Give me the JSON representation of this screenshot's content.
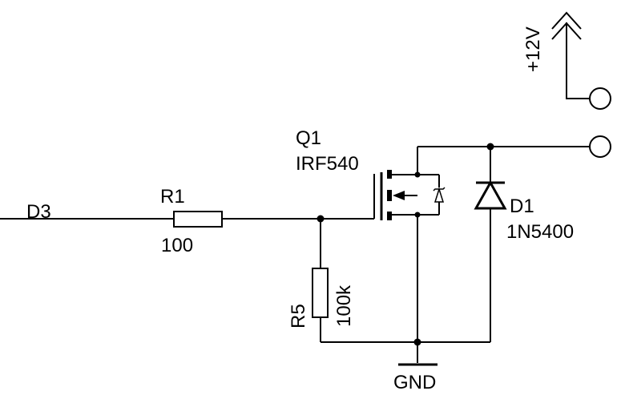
{
  "net_labels": {
    "input": "D3",
    "ground": "GND",
    "supply": "+12V"
  },
  "components": {
    "r1": {
      "ref": "R1",
      "value": "100"
    },
    "r5": {
      "ref": "R5",
      "value": "100k"
    },
    "q1": {
      "ref": "Q1",
      "part": "IRF540"
    },
    "d1": {
      "ref": "D1",
      "part": "1N5400"
    }
  }
}
